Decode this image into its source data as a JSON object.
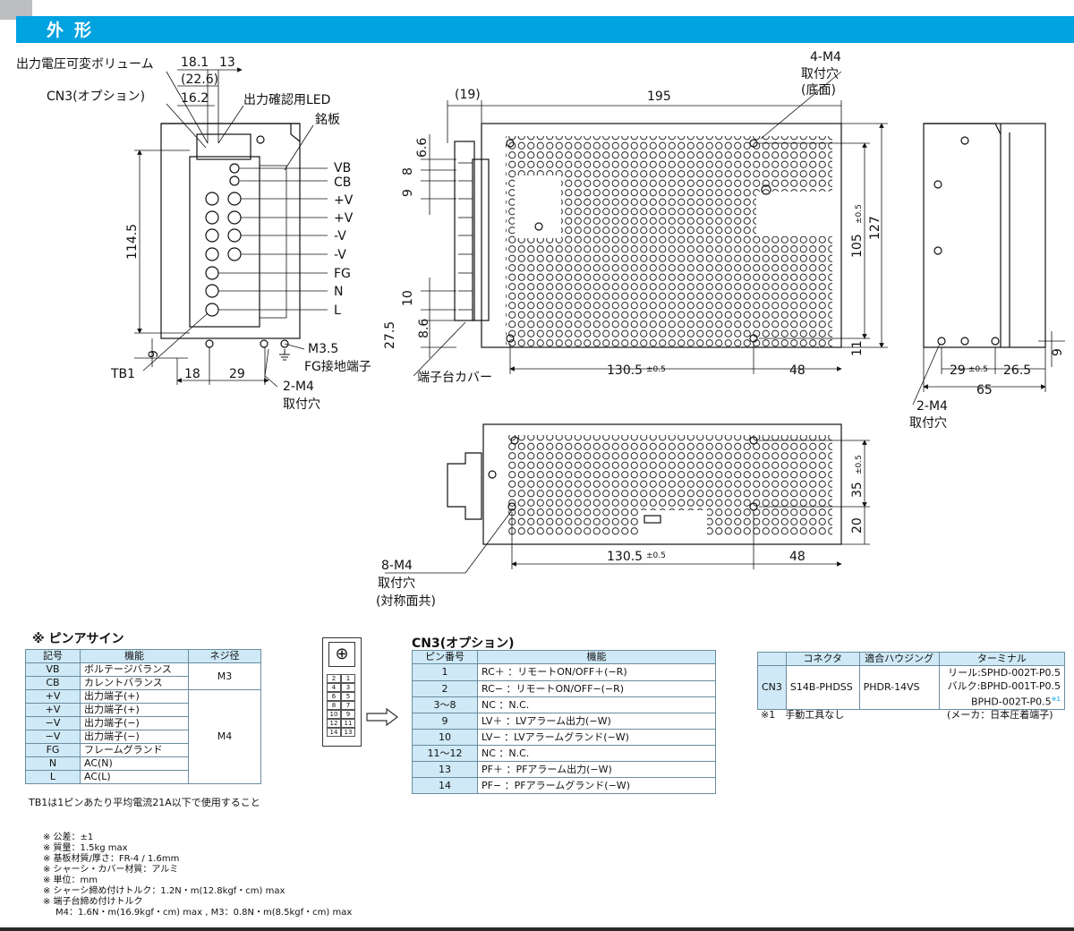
{
  "header": {
    "title": "外形"
  },
  "front_view": {
    "labels": {
      "volume": "出力電圧可変ボリューム",
      "cn3": "CN3(オプション)",
      "led": "出力確認用LED",
      "nameplate": "銘板",
      "tb1": "TB1",
      "m35": "M3.5",
      "fg_terminal": "FG接地端子",
      "m4": "2-M4",
      "mount_hole": "取付穴"
    },
    "terminals": [
      "VB",
      "CB",
      "+V",
      "+V",
      "-V",
      "-V",
      "FG",
      "N",
      "L"
    ],
    "dims": {
      "d18_1": "18.1",
      "d13": "13",
      "d22_6": "(22.6)",
      "d16_2": "16.2",
      "d114_5": "114.5",
      "d9": "9",
      "d18": "18",
      "d29": "29"
    }
  },
  "side_view": {
    "labels": {
      "m4": "4-M4",
      "hole": "取付穴",
      "bottom": "(底面)",
      "cover": "端子台カバー"
    },
    "dims": {
      "d19": "(19)",
      "d195": "195",
      "d6_6": "6.6",
      "d8": "8",
      "d9": "9",
      "d10": "10",
      "d8_6": "8.6",
      "d27_5": "27.5",
      "d105": "105",
      "tol": "±0.5",
      "d127": "127",
      "d11": "11",
      "d130_5": "130.5",
      "d48": "48"
    }
  },
  "end_view": {
    "labels": {
      "m4": "2-M4",
      "hole": "取付穴"
    },
    "dims": {
      "d9": "9",
      "d29": "29",
      "tol": "±0.5",
      "d26_5": "26.5",
      "d65": "65"
    }
  },
  "bottom_view": {
    "labels": {
      "m4": "8-M4",
      "hole": "取付穴",
      "sym": "(対称面共)"
    },
    "dims": {
      "d35": "35",
      "tol": "±0.5",
      "d20": "20",
      "d130_5": "130.5",
      "d48": "48"
    }
  },
  "pin_assign": {
    "title": "※ ピンアサイン",
    "headers": [
      "記号",
      "機能",
      "ネジ径"
    ],
    "rows": [
      {
        "sym": "VB",
        "func": "ボルテージバランス"
      },
      {
        "sym": "CB",
        "func": "カレントバランス"
      },
      {
        "sym": "+V",
        "func": "出力端子(+)"
      },
      {
        "sym": "+V",
        "func": "出力端子(+)"
      },
      {
        "sym": "−V",
        "func": "出力端子(−)"
      },
      {
        "sym": "−V",
        "func": "出力端子(−)"
      },
      {
        "sym": "FG",
        "func": "フレームグランド"
      },
      {
        "sym": "N",
        "func": "AC(N)"
      },
      {
        "sym": "L",
        "func": "AC(L)"
      }
    ],
    "screw_m3": "M3",
    "screw_m4": "M4",
    "note": "TB1は1ピンあたり平均電流21A以下で使用すること"
  },
  "connector_pins": [
    "2",
    "1",
    "4",
    "3",
    "6",
    "5",
    "8",
    "7",
    "10",
    "9",
    "12",
    "11",
    "14",
    "13"
  ],
  "cn3": {
    "title": "CN3(オプション)",
    "headers": [
      "ピン番号",
      "機能"
    ],
    "rows": [
      {
        "pin": "1",
        "func": "RC＋ ：リモートON/OFF＋(−R)"
      },
      {
        "pin": "2",
        "func": "RC− ：リモートON/OFF−(−R)"
      },
      {
        "pin": "3〜8",
        "func": "NC ：N.C."
      },
      {
        "pin": "9",
        "func": "LV＋ ：LVアラーム出力(−W)"
      },
      {
        "pin": "10",
        "func": "LV− ：LVアラームグランド(−W)"
      },
      {
        "pin": "11〜12",
        "func": "NC ：N.C."
      },
      {
        "pin": "13",
        "func": "PF＋ ：PFアラーム出力(−W)"
      },
      {
        "pin": "14",
        "func": "PF− ：PFアラームグランド(−W)"
      }
    ]
  },
  "connector_table": {
    "headers": [
      "コネクタ",
      "適合ハウジング",
      "ターミナル"
    ],
    "name": "CN3",
    "connector": "S14B-PHDSS",
    "housing": "PHDR-14VS",
    "terminals": [
      "リール:SPHD-002T-P0.5",
      "バルク:BPHD-001T-P0.5",
      "BPHD-002T-P0.5"
    ],
    "mark": "※1",
    "footnote": "※1　手動工具なし",
    "maker": "(メーカ：日本圧着端子)"
  },
  "notes": [
    "※ 公差：±1",
    "※ 質量：1.5kg max",
    "※ 基板材質/厚さ：FR-4 / 1.6mm",
    "※ シャーシ・カバー材質：アルミ",
    "※ 単位：mm",
    "※ シャーシ締め付けトルク：1.2N・m(12.8kgf・cm) max",
    "※ 端子台締め付けトルク",
    "M4：1.6N・m(16.9kgf・cm) max , M3：0.8N・m(8.5kgf・cm) max"
  ],
  "colors": {
    "accent": "#00a2e0",
    "table_header": "#cfe9f6",
    "tab": "#bcbec0"
  }
}
